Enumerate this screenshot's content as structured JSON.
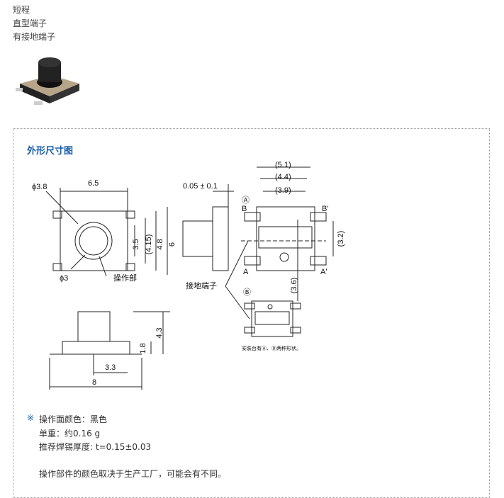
{
  "tags": [
    "短程",
    "直型端子",
    "有接地端子"
  ],
  "section_title": "外形尺寸图",
  "dims": {
    "phi38": "ϕ3.8",
    "w65": "6.5",
    "h35": "3.5",
    "h415": "(4.15)",
    "h48": "4.8",
    "h6": "6",
    "phi3": "ϕ3",
    "op_part": "操作部",
    "gap": "0.05 ± 0.1",
    "d51": "(5.1)",
    "d44": "(4.4)",
    "d39": "(3.9)",
    "d32": "(3.2)",
    "d36": "(3.6)",
    "a": "Ⓐ",
    "b": "Ⓑ",
    "B": "B",
    "Bp": "B'",
    "A": "A",
    "Ap": "A'",
    "ground": "接地端子",
    "h43": "4.3",
    "h18": "1.8",
    "w33": "3.3",
    "w8": "8",
    "mount_note": "安装台有Ⓐ、Ⓑ两种形状。"
  },
  "notes": {
    "mark": "※",
    "color": "操作面颜色：黑色",
    "weight": "单重：约0.16 g",
    "solder": "推荐焊锡厚度: t=0.15±0.03",
    "disclaimer": "操作部件的颜色取决于生产工厂，可能会有不同。"
  }
}
